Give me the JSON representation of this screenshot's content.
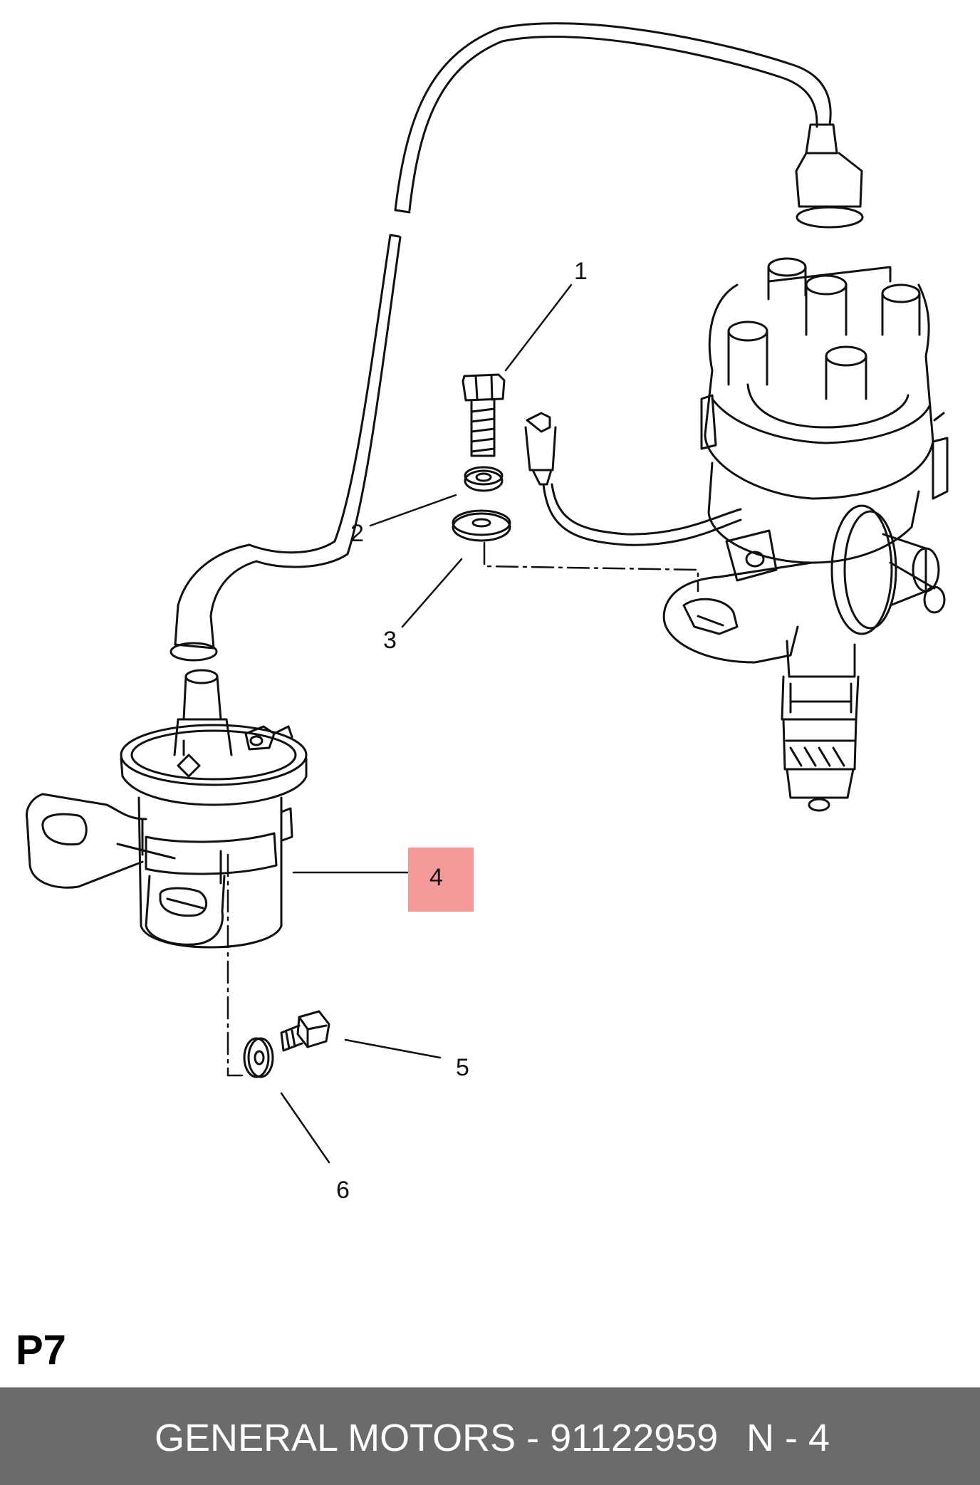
{
  "callouts": {
    "c1": "1",
    "c2": "2",
    "c3": "3",
    "c4": "4",
    "c5": "5",
    "c6": "6"
  },
  "highlight": {
    "label": "4",
    "color": "#f49a9a"
  },
  "page_label": "P7",
  "footer": {
    "part": "GENERAL MOTORS - 91122959",
    "code": "N - 4",
    "background": "#6b6b6b"
  }
}
